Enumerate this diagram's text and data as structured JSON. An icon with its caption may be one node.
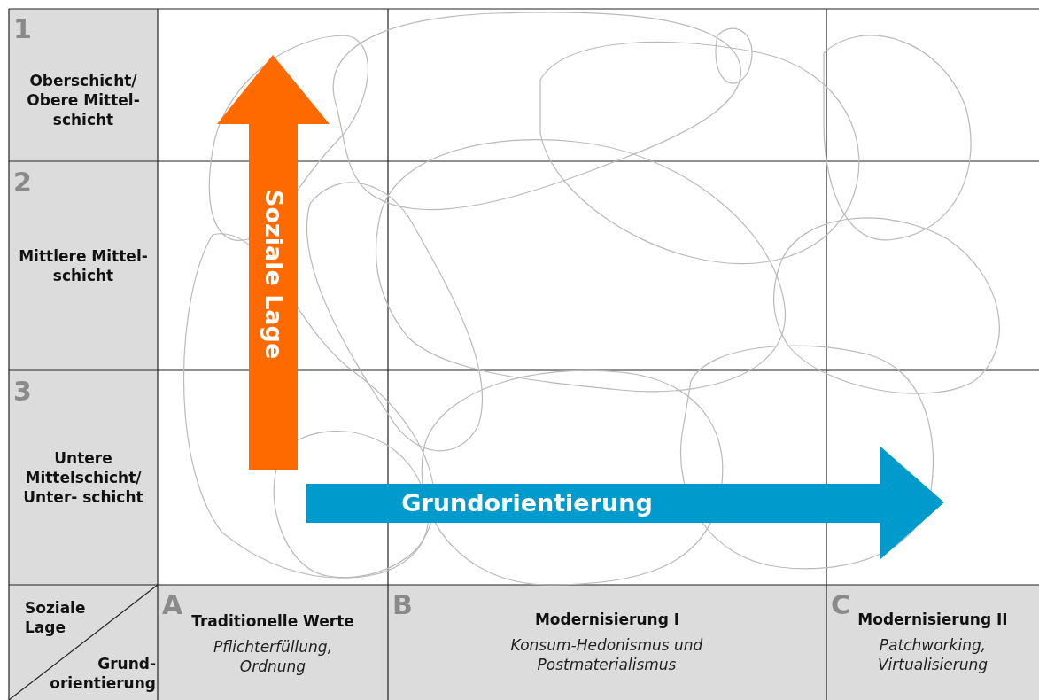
{
  "diagram": {
    "labels": [
      "1",
      "Oberschicht/ Obere Mittel- schicht",
      "Soziale Lage",
      "2",
      "Mittlere Mittel- schicht",
      "3",
      "Untere Mittelschicht/ Unter- schicht",
      "Grundorientierung",
      "Soziale Lage",
      "Grund- orientierung",
      "A",
      "Traditionelle Werte",
      "Pflichterfüllung, Ordnung",
      "B",
      "Modernisierung I",
      "Konsum-Hedonismus und Postmaterialismus",
      "C",
      "Modernisierung II",
      "Patchworking, Virtualisierung"
    ]
  }
}
